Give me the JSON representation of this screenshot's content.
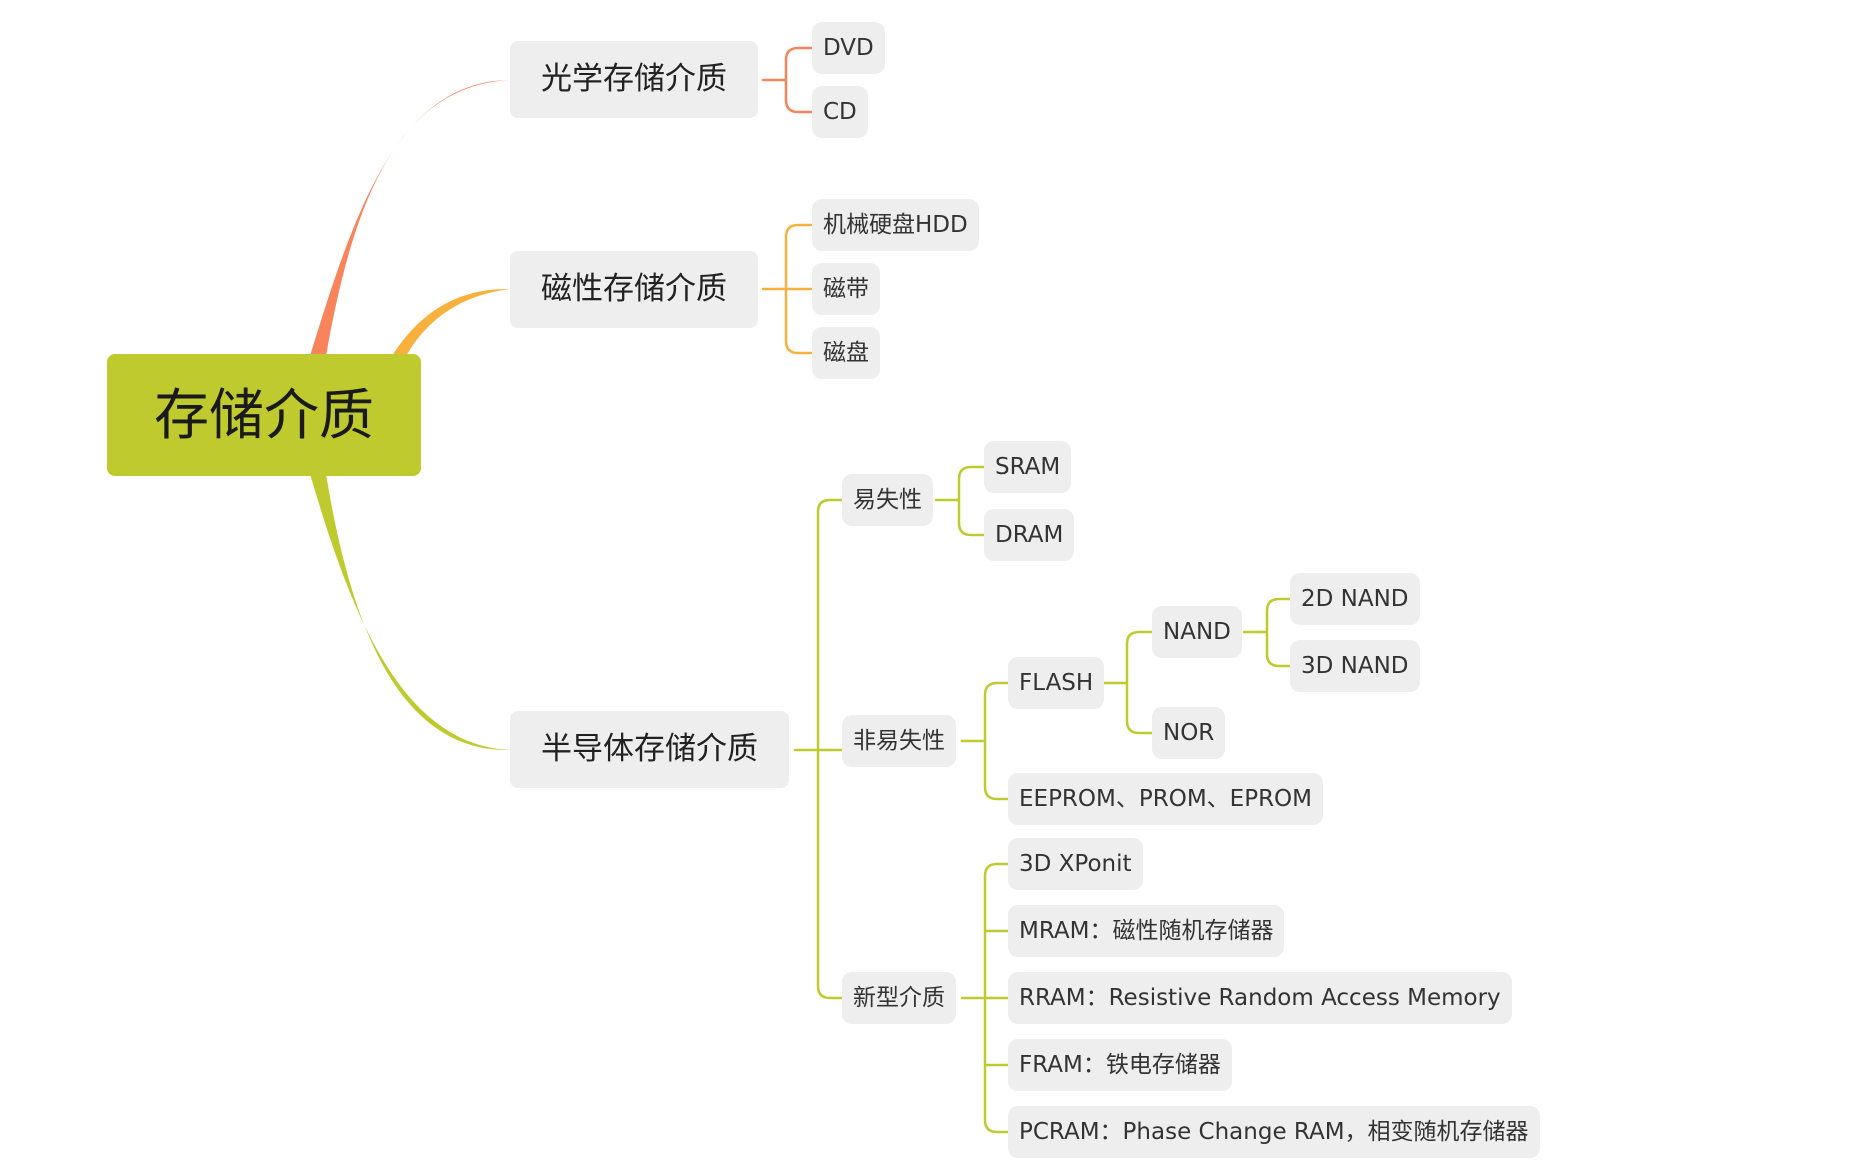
{
  "root": "存储介质",
  "colors": {
    "root": "#bfca2f",
    "optical": "#f7845a",
    "magnetic": "#f9b13d",
    "semi": "#bfca2f",
    "node_bg": "#eeeeee"
  },
  "branches": {
    "optical": {
      "label": "光学存储介质",
      "children": [
        "DVD",
        "CD"
      ]
    },
    "magnetic": {
      "label": "磁性存储介质",
      "children": [
        "机械硬盘HDD",
        "磁带",
        "磁盘"
      ]
    },
    "semiconductor": {
      "label": "半导体存储介质",
      "volatile": {
        "label": "易失性",
        "children": [
          "SRAM",
          "DRAM"
        ]
      },
      "nonvolatile": {
        "label": "非易失性",
        "flash": {
          "label": "FLASH",
          "nand": {
            "label": "NAND",
            "children": [
              "2D NAND",
              "3D NAND"
            ]
          },
          "nor": "NOR"
        },
        "eeprom": "EEPROM、PROM、EPROM"
      },
      "new_media": {
        "label": "新型介质",
        "children": [
          "3D XPonit",
          "MRAM：磁性随机存储器",
          "RRAM：Resistive Random Access Memory",
          "FRAM：铁电存储器",
          "PCRAM：Phase Change RAM，相变随机存储器"
        ]
      }
    }
  }
}
